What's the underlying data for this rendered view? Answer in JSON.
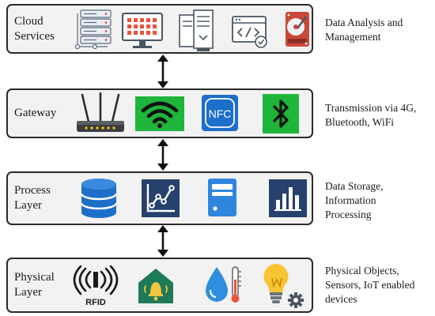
{
  "layers": [
    {
      "id": "cloud",
      "label_lines": [
        "Cloud",
        "Services"
      ],
      "icons": [
        "server-stack-icon",
        "monitor-dashboard-icon",
        "server-tower-icon",
        "code-window-icon",
        "hard-drive-icon"
      ],
      "description_lines": [
        "Data Analysis and",
        "Management"
      ]
    },
    {
      "id": "gateway",
      "label_lines": [
        "Gateway"
      ],
      "icons": [
        "router-icon",
        "wifi-icon",
        "nfc-icon",
        "bluetooth-icon"
      ],
      "icon_text": {
        "nfc": "NFC"
      },
      "description_lines": [
        "Transmission via 4G,",
        "Bluetooth, WiFi"
      ]
    },
    {
      "id": "process",
      "label_lines": [
        "Process",
        "Layer"
      ],
      "icons": [
        "database-icon",
        "line-chart-icon",
        "computer-tower-icon",
        "bar-chart-icon"
      ],
      "description_lines": [
        "Data Storage,",
        "Information",
        "Processing"
      ]
    },
    {
      "id": "physical",
      "label_lines": [
        "Physical",
        "Layer"
      ],
      "icons": [
        "rfid-icon",
        "smart-home-alarm-icon",
        "water-thermometer-icon",
        "smart-bulb-gear-icon"
      ],
      "icon_text": {
        "rfid": "RFID"
      },
      "description_lines": [
        "Physical Objects,",
        "Sensors, IoT enabled",
        "devices"
      ]
    }
  ],
  "colors": {
    "box_fill": "#f2f2f2",
    "box_border": "#2b2b2b",
    "green": "#1eb53a",
    "blue": "#1e6fc9",
    "navy": "#26416b"
  }
}
